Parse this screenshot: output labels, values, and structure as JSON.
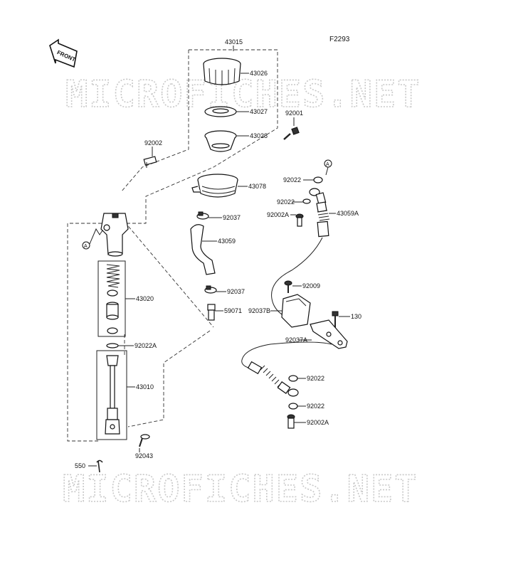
{
  "figure_code": "F2293",
  "front_label": "FRONT",
  "watermark": "MICROFICHES.NET",
  "parts": {
    "p43015": "43015",
    "p43026": "43026",
    "p43027": "43027",
    "p43028": "43028",
    "p92001": "92001",
    "p92002": "92002",
    "p43078": "43078",
    "p92022_a": "92022",
    "p92022_b": "92022",
    "p92002A_a": "92002A",
    "p43059A": "43059A",
    "p92037_a": "92037",
    "p43059": "43059",
    "p92037_b": "92037",
    "p92009": "92009",
    "p59071": "59071",
    "p92037B": "92037B",
    "p130": "130",
    "p43020": "43020",
    "p92037A": "92037A",
    "p92022A": "92022A",
    "p92022_c": "92022",
    "p43010": "43010",
    "p92022_d": "92022",
    "p92002A_b": "92002A",
    "p92043": "92043",
    "p550": "550"
  },
  "ref_marker": "A"
}
